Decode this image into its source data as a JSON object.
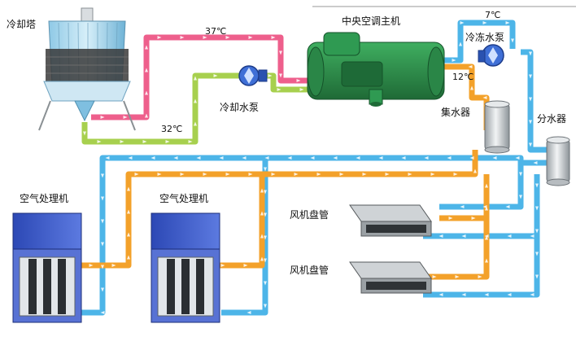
{
  "labels": {
    "cooling_tower": "冷却塔",
    "chiller": "中央空调主机",
    "cooling_pump": "冷却水泵",
    "chilled_pump": "冷冻水泵",
    "collector": "集水器",
    "distributor": "分水器",
    "ahu_1": "空气处理机",
    "ahu_2": "空气处理机",
    "fcu_1": "风机盘管",
    "fcu_2": "风机盘管"
  },
  "temperatures": {
    "cooling_supply": "37℃",
    "cooling_return": "32℃",
    "chilled_supply": "7℃",
    "chilled_return": "12℃"
  },
  "colors": {
    "hot_pipe": "#ee5f8c",
    "warm_pipe": "#a7d04e",
    "chilled_pipe": "#4db5e8",
    "return_pipe": "#f3a12a",
    "chiller_body": "#2e8f4c",
    "ahu_body": "#3f5ec9"
  }
}
